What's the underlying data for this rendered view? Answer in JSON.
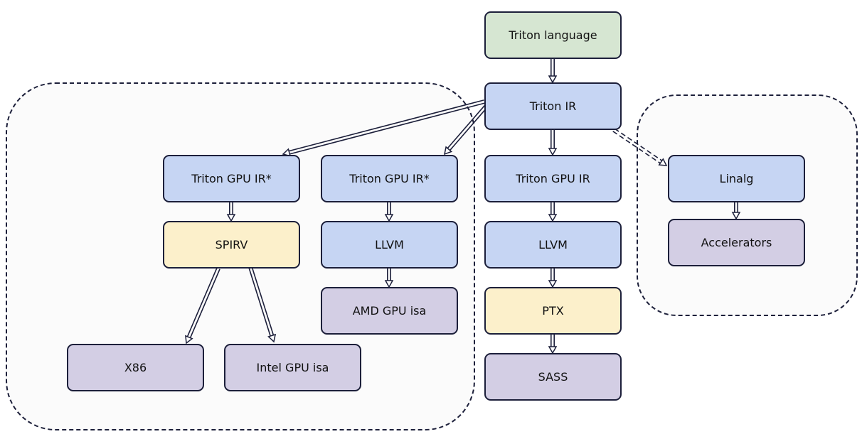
{
  "colors": {
    "stroke": "#1c1f3a",
    "green": "#d6e6d2",
    "blue": "#c6d5f3",
    "yellow": "#fcf0cb",
    "purple": "#d3cee4",
    "group_fill": "#fbfbfb"
  },
  "nodes": {
    "triton_language": {
      "label": "Triton language",
      "color": "green"
    },
    "triton_ir": {
      "label": "Triton IR",
      "color": "blue"
    },
    "triton_gpu_ir_spirv": {
      "label": "Triton GPU IR*",
      "color": "blue"
    },
    "triton_gpu_ir_amd": {
      "label": "Triton GPU IR*",
      "color": "blue"
    },
    "triton_gpu_ir": {
      "label": "Triton GPU IR",
      "color": "blue"
    },
    "linalg": {
      "label": "Linalg",
      "color": "blue"
    },
    "spirv": {
      "label": "SPIRV",
      "color": "yellow"
    },
    "llvm_amd": {
      "label": "LLVM",
      "color": "blue"
    },
    "llvm": {
      "label": "LLVM",
      "color": "blue"
    },
    "accelerators": {
      "label": "Accelerators",
      "color": "purple"
    },
    "amd_gpu_isa": {
      "label": "AMD GPU isa",
      "color": "purple"
    },
    "ptx": {
      "label": "PTX",
      "color": "yellow"
    },
    "x86": {
      "label": "X86",
      "color": "purple"
    },
    "intel_gpu_isa": {
      "label": "Intel GPU isa",
      "color": "purple"
    },
    "sass": {
      "label": "SASS",
      "color": "purple"
    }
  },
  "edges": [
    {
      "from": "triton_language",
      "to": "triton_ir",
      "style": "solid"
    },
    {
      "from": "triton_ir",
      "to": "triton_gpu_ir",
      "style": "solid"
    },
    {
      "from": "triton_ir",
      "to": "triton_gpu_ir_spirv",
      "style": "solid"
    },
    {
      "from": "triton_ir",
      "to": "triton_gpu_ir_amd",
      "style": "solid"
    },
    {
      "from": "triton_ir",
      "to": "linalg",
      "style": "dashed"
    },
    {
      "from": "triton_gpu_ir",
      "to": "llvm",
      "style": "solid"
    },
    {
      "from": "llvm",
      "to": "ptx",
      "style": "solid"
    },
    {
      "from": "ptx",
      "to": "sass",
      "style": "solid"
    },
    {
      "from": "triton_gpu_ir_spirv",
      "to": "spirv",
      "style": "solid"
    },
    {
      "from": "spirv",
      "to": "x86",
      "style": "solid"
    },
    {
      "from": "spirv",
      "to": "intel_gpu_isa",
      "style": "solid"
    },
    {
      "from": "triton_gpu_ir_amd",
      "to": "llvm_amd",
      "style": "solid"
    },
    {
      "from": "llvm_amd",
      "to": "amd_gpu_isa",
      "style": "solid"
    },
    {
      "from": "linalg",
      "to": "accelerators",
      "style": "solid"
    }
  ]
}
